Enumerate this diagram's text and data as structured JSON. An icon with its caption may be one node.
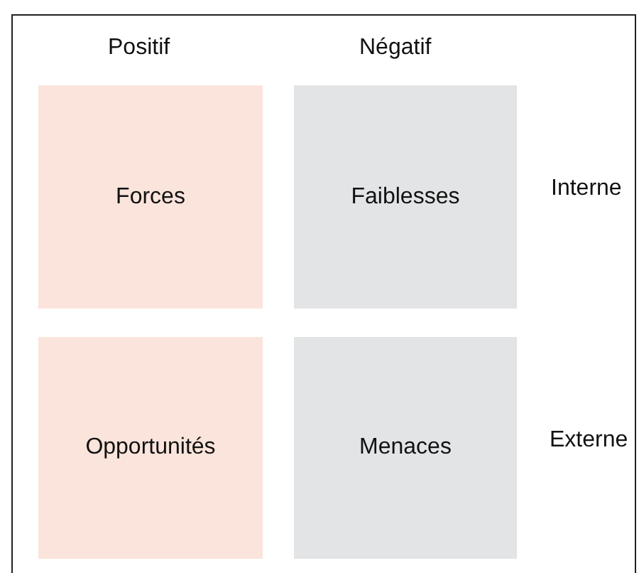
{
  "diagram": {
    "nodes": [
      {
        "text": [
          "Forces"
        ]
      },
      {
        "text": [
          "Faiblesses"
        ]
      },
      {
        "text": [
          "Opportunités"
        ]
      },
      {
        "text": [
          "Menaces"
        ]
      }
    ],
    "labels": [
      "Positif",
      "Négatif",
      "Interne",
      "Externe"
    ]
  }
}
